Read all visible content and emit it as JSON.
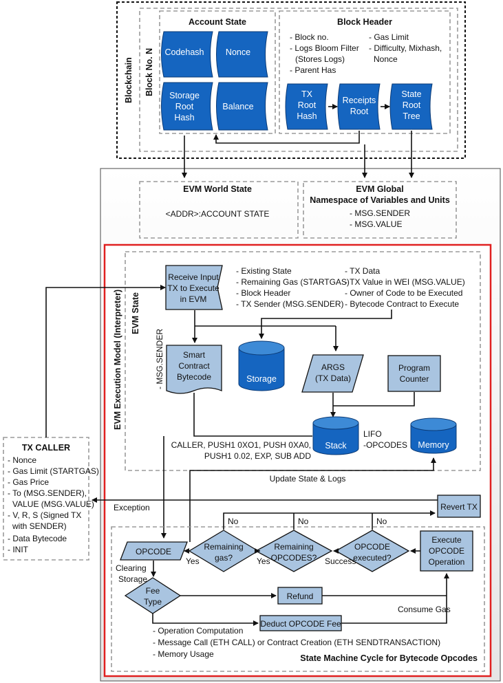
{
  "blockchain": {
    "label": "Blockchain",
    "block_label": "Block No. N"
  },
  "account_state": {
    "title": "Account State",
    "codehash": "Codehash",
    "nonce": "Nonce",
    "storage_root": [
      "Storage",
      "Root",
      "Hash"
    ],
    "balance": "Balance"
  },
  "block_header": {
    "title": "Block Header",
    "fields_left": [
      "- Block no.",
      "- Logs Bloom Filter",
      "(Stores Logs)",
      "- Parent Has"
    ],
    "fields_right": [
      "- Gas Limit",
      "- Difficulty, Mixhash,",
      "Nonce"
    ],
    "tx_root": [
      "TX",
      "Root",
      "Hash"
    ],
    "receipts_root": [
      "Receipts",
      "Root"
    ],
    "state_root": [
      "State",
      "Root",
      "Tree"
    ]
  },
  "world_state": {
    "title": "EVM World State",
    "content": "<ADDR>:ACCOUNT STATE"
  },
  "global_namespace": {
    "title1": "EVM Global",
    "title2": "Namespace of Variables and Units",
    "items": [
      "- MSG.SENDER",
      "- MSG.VALUE"
    ]
  },
  "execution_model": {
    "label": "EVM Execution Model (Interpreter)",
    "state_label": "EVM State"
  },
  "receive_input": [
    "Receive Input",
    "TX to Execute",
    "in EVM"
  ],
  "state_list_left": [
    "- Existing State",
    "- Remaining Gas (STARTGAS)",
    "- Block Header",
    "- TX Sender (MSG.SENDER)"
  ],
  "state_list_right": [
    "- TX Data",
    "- TX Value in WEI (MSG.VALUE)",
    "- Owner of Code to be Executed",
    "- Bytecode Contract to Execute"
  ],
  "msg_sender_side": "- MSG.SENDER",
  "smart_contract": [
    "Smart",
    "Contract",
    "Bytecode"
  ],
  "storage": "Storage",
  "args": [
    "ARGS",
    "(TX Data)"
  ],
  "program_counter": [
    "Program",
    "Counter"
  ],
  "stack": "Stack",
  "lifo": [
    "LIFO",
    "-OPCODES"
  ],
  "memory": "Memory",
  "bytecode_ops": [
    "CALLER, PUSH1 0XO1, PUSH 0XA0,",
    "PUSH1 0.02, EXP, SUB ADD"
  ],
  "update_state": "Update State & Logs",
  "tx_caller": {
    "title": "TX CALLER",
    "items": [
      "- Nonce",
      "- Gas Limit (STARTGAS)",
      "- Gas Price",
      "- To (MSG.SENDER),",
      "VALUE (MSG.VALUE)",
      "- V, R, S (Signed TX",
      "with SENDER)",
      "- Data Bytecode",
      "- INIT"
    ]
  },
  "exception": "Exception",
  "revert_tx": "Revert TX",
  "cycle": {
    "opcode": "OPCODE",
    "remaining_gas": [
      "Remaining",
      "gas?"
    ],
    "remaining_opcodes": [
      "Remaining",
      "OPCODES?"
    ],
    "opcode_executed": [
      "OPCODE",
      "executed?"
    ],
    "execute_opcode": [
      "Execute",
      "OPCODE",
      "Operation"
    ],
    "no": "No",
    "yes": "Yes",
    "success": "Success",
    "clearing_storage": [
      "Clearing",
      "Storage"
    ],
    "fee_type": [
      "Fee",
      "Type"
    ],
    "refund": "Refund",
    "consume_gas": "Consume Gas",
    "deduct_fee": "Deduct OPCODE Fee",
    "fee_items": [
      "- Operation Computation",
      "- Message Call (ETH CALL) or Contract Creation (ETH SENDTRANSACTION)",
      "- Memory Usage"
    ],
    "title": "State Machine Cycle for Bytecode Opcodes"
  },
  "colors": {
    "execution_border": "#e02020",
    "blue_shape": "#1565c0",
    "light_blue_box": "#a9c4e0"
  }
}
